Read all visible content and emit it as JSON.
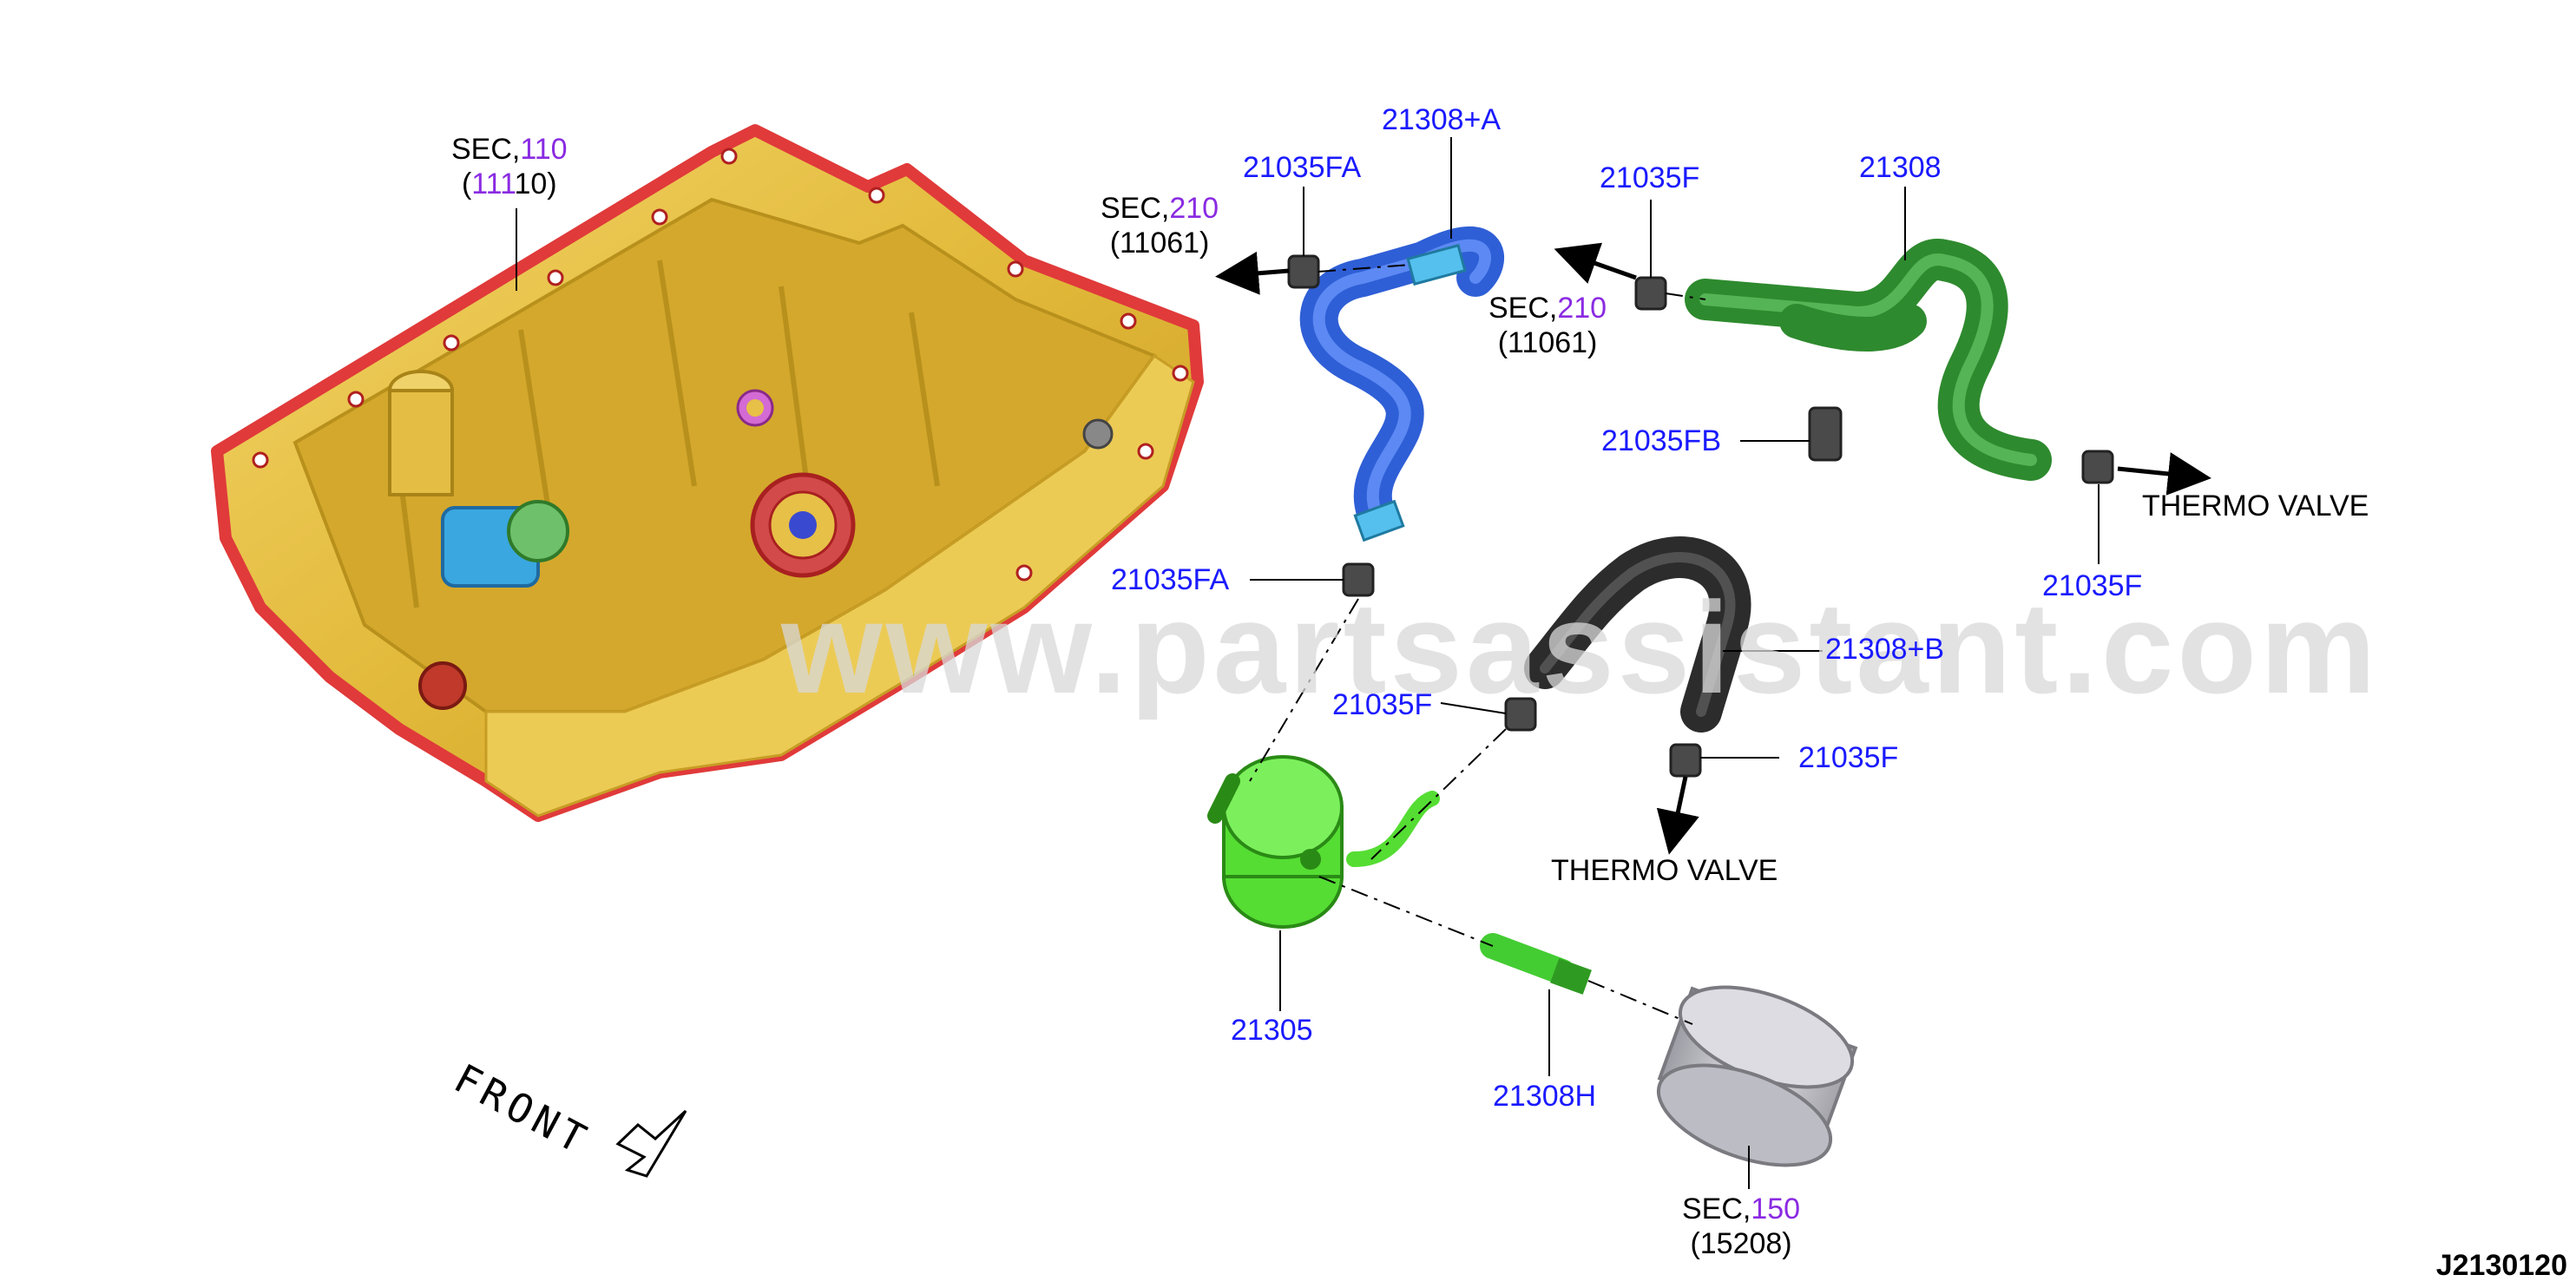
{
  "watermark": "www.partsassistant.com",
  "diagram_id": "J2130120",
  "front_label": "FRONT",
  "colors": {
    "part_number": "#1a1aff",
    "section_number": "#8a2be2",
    "oil_pan": "#e8c23a",
    "oil_pan_flange": "#e03a3a",
    "hose_a": "#3a6fe0",
    "hose_main": "#3aa03a",
    "hose_b": "#3c3c3c",
    "oil_cooler": "#55dd33",
    "oil_filter": "#c8c8cc"
  },
  "labels": {
    "sec110": {
      "prefix": "SEC,",
      "num": "110",
      "paren_a": "(",
      "paren_b": "111",
      "paren_c": "10)"
    },
    "sec210_left": {
      "prefix": "SEC,",
      "num": "210",
      "paren": "(11061)"
    },
    "sec210_mid": {
      "prefix": "SEC,",
      "num": "210",
      "paren": "(11061)"
    },
    "sec150": {
      "prefix": "SEC,",
      "num": "150",
      "paren": "(15208)"
    },
    "p21308A": "21308+A",
    "p21035FA_top": "21035FA",
    "p21035F_top": "21035F",
    "p21308": "21308",
    "p21035FB": "21035FB",
    "thermo_right": "THERMO VALVE",
    "p21035F_right": "21035F",
    "p21035FA_mid": "21035FA",
    "p21308B": "21308+B",
    "p21035F_mid": "21035F",
    "p21035F_low": "21035F",
    "thermo_low": "THERMO VALVE",
    "p21305": "21305",
    "p21308H": "21308H"
  }
}
